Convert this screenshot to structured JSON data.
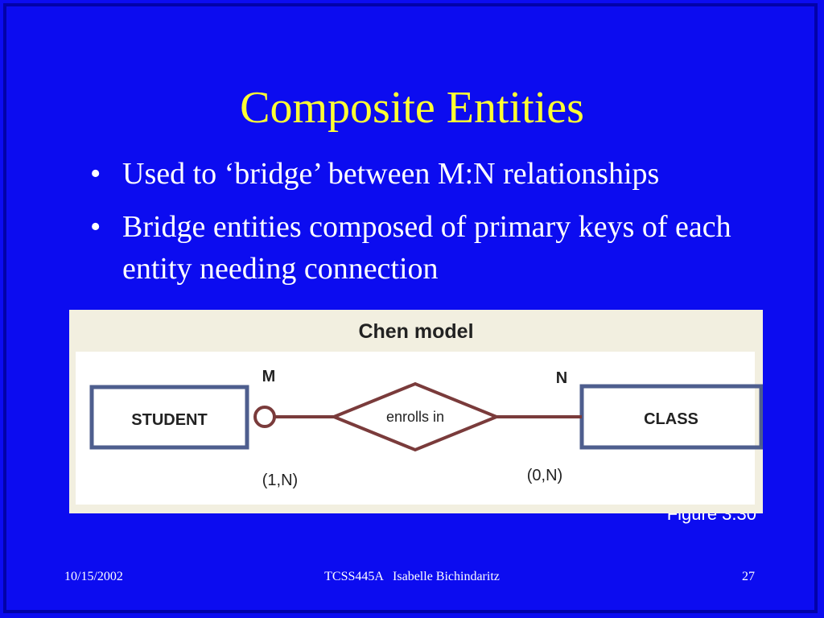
{
  "slide": {
    "title": "Composite Entities",
    "bullets": [
      "Used to ‘bridge’ between M:N relationships",
      "Bridge entities composed of primary keys of each entity needing connection"
    ],
    "bullet_glyph": "•",
    "figure_caption": "Figure 3.30"
  },
  "diagram": {
    "header": "Chen model",
    "entity_left": "STUDENT",
    "entity_right": "CLASS",
    "relationship": "enrolls in",
    "cardinality_left": "M",
    "cardinality_right": "N",
    "participation_left": "(1,N)",
    "participation_right": "(0,N)",
    "colors": {
      "entity_border": "#4e5e8e",
      "relationship_line": "#7a3b3b",
      "panel_bg": "#f2efe0",
      "canvas_bg": "#ffffff"
    }
  },
  "footer": {
    "date": "10/15/2002",
    "center": "TCSS445A   Isabelle Bichindaritz",
    "page": "27"
  }
}
